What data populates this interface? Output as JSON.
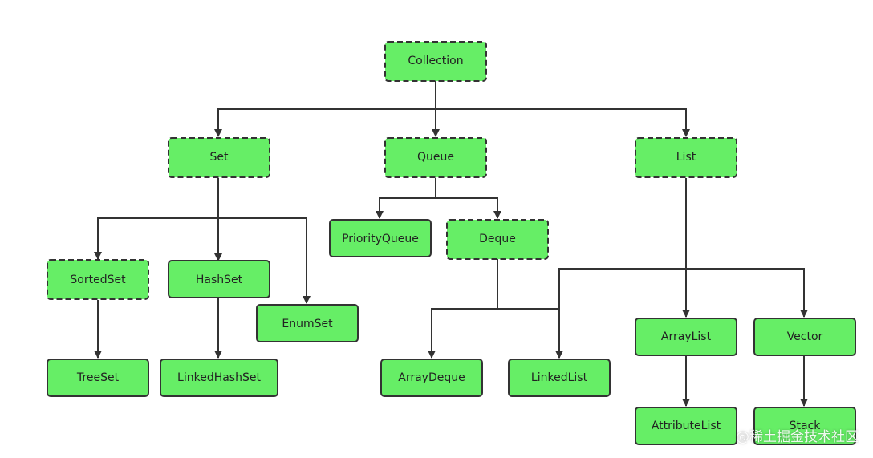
{
  "diagram": {
    "nodes": {
      "collection": "Collection",
      "set": "Set",
      "queue": "Queue",
      "list": "List",
      "sortedset": "SortedSet",
      "hashset": "HashSet",
      "enumset": "EnumSet",
      "treeset": "TreeSet",
      "linkedhashset": "LinkedHashSet",
      "priorityqueue": "PriorityQueue",
      "deque": "Deque",
      "arraydeque": "ArrayDeque",
      "linkedlist": "LinkedList",
      "arraylist": "ArrayList",
      "vector": "Vector",
      "attributelist": "AttributeList",
      "stack": "Stack"
    },
    "colors": {
      "node_fill": "#66ee66",
      "node_stroke": "#333333",
      "edge": "#333333",
      "background": "#ffffff"
    }
  },
  "watermark": "@稀土掘金技术社区"
}
